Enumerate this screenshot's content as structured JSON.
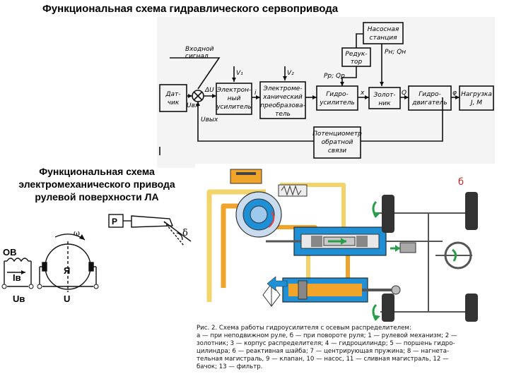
{
  "titles": {
    "top": "Функциональная схема гидравлического сервопривода",
    "middle": "Функциональная схема электромеханического привода рулевой поверхности ЛА"
  },
  "block_diagram": {
    "blocks": {
      "sensor": [
        "Дат-",
        "чик"
      ],
      "amplifier": [
        "Электрон-",
        "ный",
        "усилитель"
      ],
      "converter": [
        "Электроме-",
        "ханический",
        "преобразова-",
        "тель"
      ],
      "hydro_amp": [
        "Гидро-",
        "усилитель"
      ],
      "spool": [
        "Золот-",
        "ник"
      ],
      "motor": [
        "Гидро-",
        "двигатель"
      ],
      "load": [
        "Нагрузка",
        "J, M"
      ],
      "pump": [
        "Насосная",
        "станция"
      ],
      "reducer": [
        "Редук-",
        "тор"
      ],
      "feedback": [
        "Потенциометр",
        "обратной",
        "связи"
      ]
    },
    "labels": {
      "input": [
        "Входной",
        "сигнал"
      ],
      "u_in": "Uвх",
      "u_out": "Uвых",
      "delta_u": "ΔU",
      "v1": "V₁",
      "v2": "V₂",
      "i": "i",
      "x": "x",
      "q": "Q",
      "phi": "φ",
      "pn_qn": "Pн; Qн",
      "pp_qp": "Pр; Qр"
    }
  },
  "motor_diagram": {
    "labels": {
      "ov": "ОВ",
      "iv": "Iв",
      "uv": "Uв",
      "ya": "Я",
      "u": "U",
      "omega": "ω",
      "p": "P",
      "delta": "δ"
    }
  },
  "hydraulic_figure": {
    "corner_label": "б",
    "caption_lines": [
      "Рис. 2. Схема работы гидроусилителя с осевым распределителем:",
      "а — при неподвижном руле, б — при повороте руля; 1 — рулевой механизм; 2 —",
      "золотник; 3 — корпус распределителя; 4 — гидроцилиндр; 5 — поршень гидро-",
      "цилиндра; 6 — реактивная шайба; 7 — центрирующая пружина; 8 — нагнета-",
      "тельная магистраль, 9 — клапан, 10 — насос, 11 — сливная магистраль, 12 —",
      "бачок; 13 — фильтр."
    ]
  },
  "colors": {
    "pressure_line": "#f0a52a",
    "return_line": "#f2d46a",
    "housing": "#1f8fd6",
    "piston": "#e09a2a",
    "arrow": "#2a9d4a"
  }
}
